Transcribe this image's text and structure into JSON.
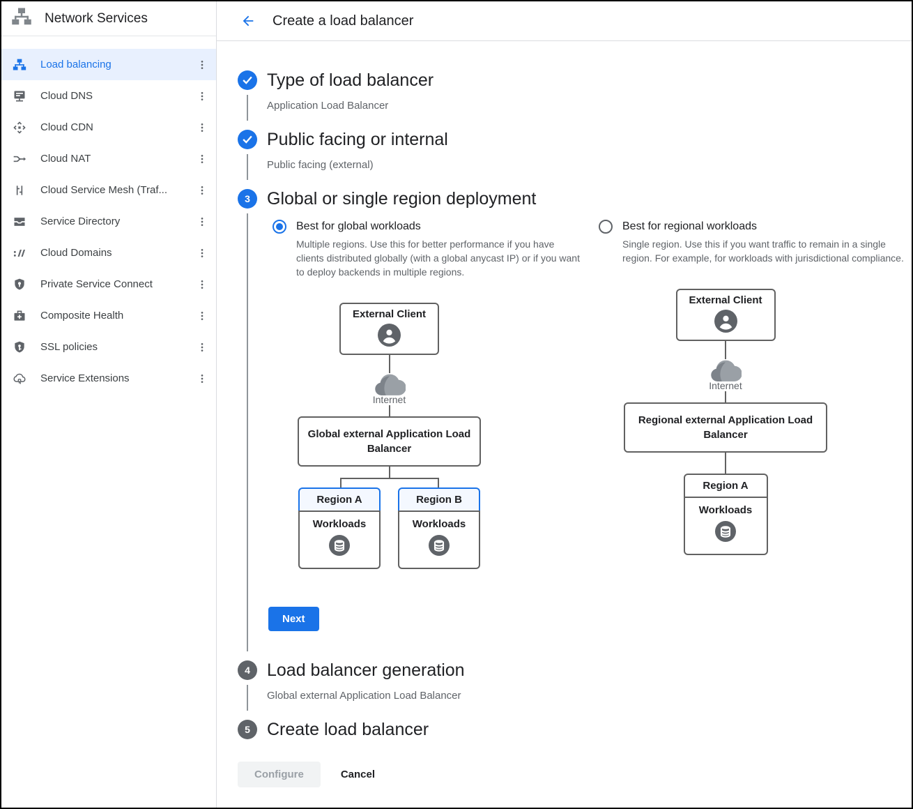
{
  "app": {
    "title": "Network Services"
  },
  "sidebar": {
    "items": [
      {
        "label": "Load balancing",
        "selected": true
      },
      {
        "label": "Cloud DNS"
      },
      {
        "label": "Cloud CDN"
      },
      {
        "label": "Cloud NAT"
      },
      {
        "label": "Cloud Service Mesh (Traf..."
      },
      {
        "label": "Service Directory"
      },
      {
        "label": "Cloud Domains"
      },
      {
        "label": "Private Service Connect"
      },
      {
        "label": "Composite Health"
      },
      {
        "label": "SSL policies"
      },
      {
        "label": "Service Extensions"
      }
    ]
  },
  "header": {
    "title": "Create a load balancer"
  },
  "stepper": {
    "steps": [
      {
        "number": "1",
        "state": "complete",
        "title": "Type of load balancer",
        "subtitle": "Application Load Balancer"
      },
      {
        "number": "2",
        "state": "complete",
        "title": "Public facing or internal",
        "subtitle": "Public facing (external)"
      },
      {
        "number": "3",
        "state": "active",
        "title": "Global or single region deployment"
      },
      {
        "number": "4",
        "state": "pending",
        "title": "Load balancer generation",
        "subtitle": "Global external Application Load Balancer"
      },
      {
        "number": "5",
        "state": "pending",
        "title": "Create load balancer"
      }
    ],
    "step3": {
      "options": [
        {
          "label": "Best for global workloads",
          "selected": true,
          "description": "Multiple regions. Use this for better performance if you have clients distributed globally (with a global anycast IP) or if you want to deploy backends in multiple regions."
        },
        {
          "label": "Best for regional workloads",
          "selected": false,
          "description": "Single region. Use this if you want traffic to remain in a single region. For example, for workloads with jurisdictional compliance."
        }
      ],
      "next_label": "Next"
    }
  },
  "diagrams": {
    "global": {
      "client_label": "External Client",
      "internet_label": "Internet",
      "lb_label": "Global external Application Load Balancer",
      "regions": [
        {
          "name": "Region A",
          "workloads_label": "Workloads"
        },
        {
          "name": "Region B",
          "workloads_label": "Workloads"
        }
      ]
    },
    "regional": {
      "client_label": "External Client",
      "internet_label": "Internet",
      "lb_label": "Regional external Application Load Balancer",
      "regions": [
        {
          "name": "Region A",
          "workloads_label": "Workloads"
        }
      ]
    }
  },
  "footer": {
    "configure_label": "Configure",
    "cancel_label": "Cancel"
  },
  "colors": {
    "accent_blue": "#1a73e8",
    "selected_item_bg": "#e8f0fe",
    "text_primary": "#202124",
    "text_secondary": "#5f6368",
    "pending_badge": "#5f6368",
    "diagram_border": "#616161",
    "disabled_button_bg": "#f1f3f4",
    "disabled_button_text": "#9aa0a6"
  }
}
